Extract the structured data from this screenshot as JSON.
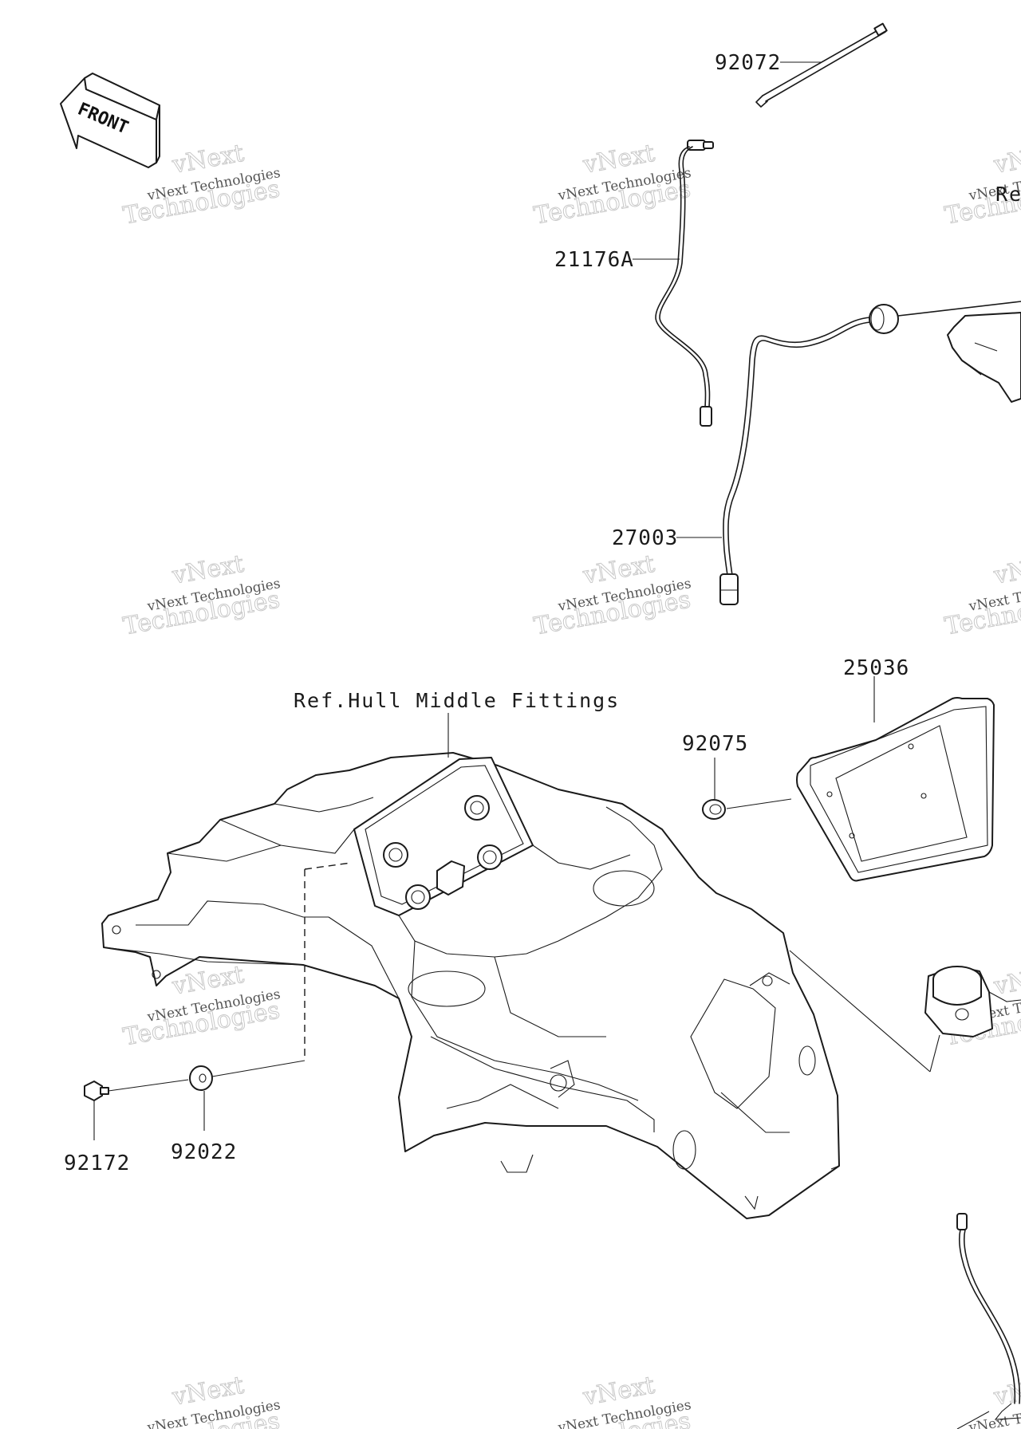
{
  "front_marker": {
    "label": "FRONT"
  },
  "part_numbers": {
    "tie": "92072",
    "wire_a": "21176A",
    "harness": "27003",
    "meter": "25036",
    "grommet": "92075",
    "bolt": "92172",
    "washer": "92022"
  },
  "references": {
    "hull_middle": "Ref.Hull Middle Fittings",
    "right_edge_cut": "Re"
  },
  "watermark": {
    "line_small": "vNext Technologies",
    "line_big": "Technologies",
    "line_top": "vNext"
  }
}
